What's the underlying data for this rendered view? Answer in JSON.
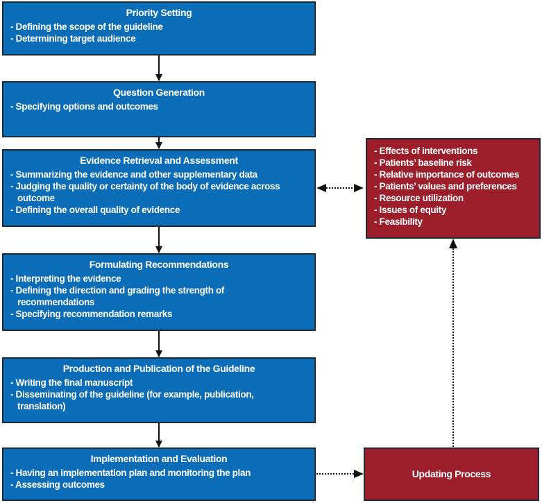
{
  "steps": [
    {
      "title": "Priority Setting",
      "items": [
        "- Defining the scope of the guideline",
        "- Determining target audience"
      ]
    },
    {
      "title": "Question Generation",
      "items": [
        "- Specifying options and outcomes"
      ]
    },
    {
      "title": "Evidence Retrieval and Assessment",
      "items": [
        "- Summarizing the evidence and other supplementary data",
        "- Judging the quality or certainty of the body of evidence across outcome",
        "- Defining the overall quality of evidence"
      ]
    },
    {
      "title": "Formulating Recommendations",
      "items": [
        "- Interpreting the evidence",
        "- Defining the direction and grading the strength of recommendations",
        "- Specifying recommendation remarks"
      ]
    },
    {
      "title": "Production and Publication of the Guideline",
      "items": [
        "- Writing the final manuscript",
        "- Disseminating of the guideline (for example, publication, translation)"
      ]
    },
    {
      "title": "Implementation and Evaluation",
      "items": [
        "- Having an implementation plan and monitoring the plan",
        "- Assessing outcomes"
      ]
    }
  ],
  "factors": {
    "items": [
      "- Effects of interventions",
      "- Patients’ baseline risk",
      "- Relative importance of outcomes",
      "- Patients’ values and preferences",
      "- Resource utilization",
      "- Issues of equity",
      "- Feasibility"
    ]
  },
  "updating": {
    "label": "Updating Process"
  },
  "colors": {
    "step_fill": "#0b6db7",
    "factor_fill": "#9d1e2b",
    "border": "#1e2a36"
  }
}
